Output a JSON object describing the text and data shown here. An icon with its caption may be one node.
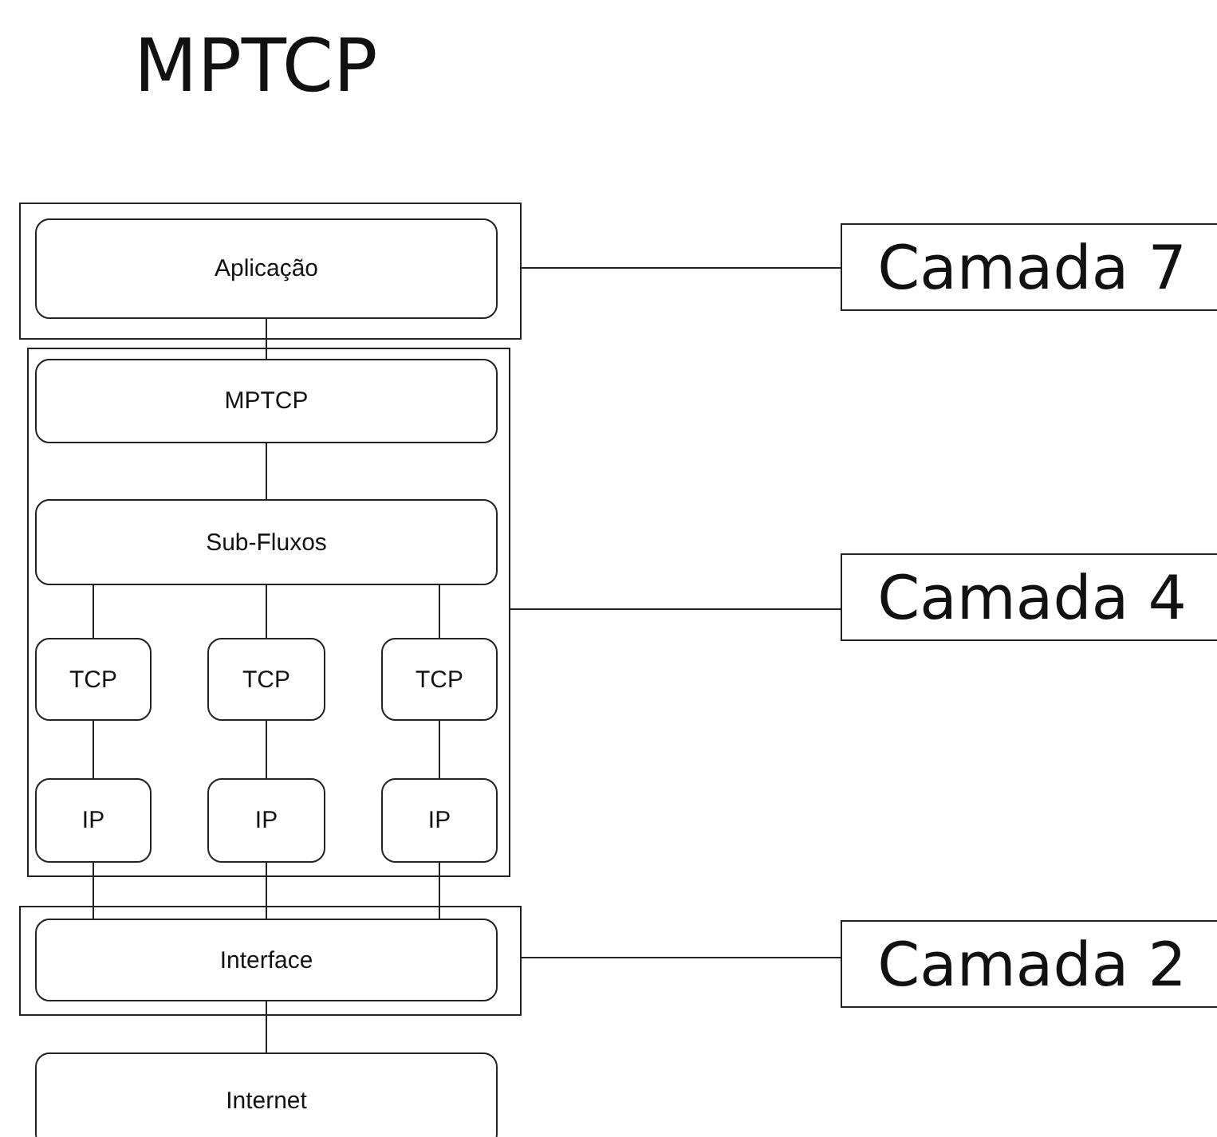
{
  "diagram": {
    "title": "MPTCP",
    "nodes": [
      {
        "text": [],
        "shape": "box"
      },
      {
        "text": [
          "Aplicação"
        ],
        "in": 0
      },
      {
        "text": [],
        "shape": "box"
      },
      {
        "text": [
          "MPTCP"
        ],
        "in": 2
      },
      {
        "text": [
          "Sub-Fluxos"
        ],
        "in": 2
      },
      {
        "text": [
          "TCP"
        ],
        "in": 2
      },
      {
        "text": [
          "TCP"
        ],
        "in": 2
      },
      {
        "text": [
          "TCP"
        ],
        "in": 2
      },
      {
        "text": [
          "IP"
        ],
        "in": 2
      },
      {
        "text": [
          "IP"
        ],
        "in": 2
      },
      {
        "text": [
          "IP"
        ],
        "in": 2
      },
      {
        "text": [],
        "shape": "box"
      },
      {
        "text": [
          "Interface"
        ],
        "in": 11
      },
      {
        "text": [
          "Internet"
        ]
      },
      {
        "text": [
          "Camada 7"
        ]
      },
      {
        "text": [
          "Camada 4"
        ]
      },
      {
        "text": [
          "Camada 2"
        ]
      }
    ],
    "edges": [
      {
        "from": 1,
        "to": 3,
        "arrow": "none"
      },
      {
        "from": 3,
        "to": 4,
        "arrow": "none"
      },
      {
        "from": 4,
        "to": 5,
        "arrow": "none"
      },
      {
        "from": 4,
        "to": 6,
        "arrow": "none"
      },
      {
        "from": 4,
        "to": 7,
        "arrow": "none"
      },
      {
        "from": 5,
        "to": 8,
        "arrow": "none"
      },
      {
        "from": 6,
        "to": 9,
        "arrow": "none"
      },
      {
        "from": 7,
        "to": 10,
        "arrow": "none"
      },
      {
        "from": 8,
        "to": 12,
        "arrow": "none"
      },
      {
        "from": 9,
        "to": 12,
        "arrow": "none"
      },
      {
        "from": 10,
        "to": 12,
        "arrow": "none"
      },
      {
        "from": 12,
        "to": 13,
        "arrow": "none"
      },
      {
        "from": 0,
        "to": 14,
        "arrow": "none"
      },
      {
        "from": 2,
        "to": 15,
        "arrow": "none"
      },
      {
        "from": 11,
        "to": 16,
        "arrow": "none"
      }
    ]
  }
}
